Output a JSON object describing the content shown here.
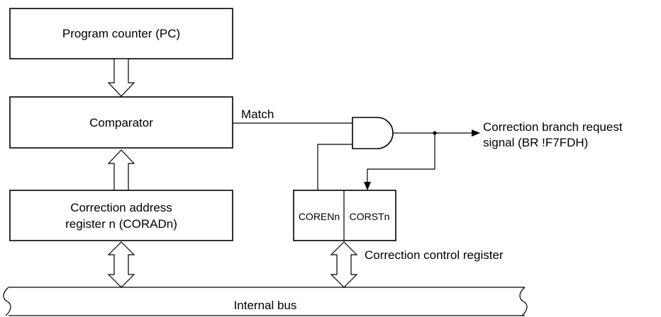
{
  "blocks": {
    "program_counter": "Program counter (PC)",
    "comparator": "Comparator",
    "correction_address_line1": "Correction address",
    "correction_address_line2": "register n (CORADn)",
    "coren": "CORENn",
    "corst": "CORSTn"
  },
  "labels": {
    "match": "Match",
    "output_line1": "Correction branch request",
    "output_line2": "signal (BR !F7FDH)",
    "control_register": "Correction control register",
    "internal_bus": "Internal bus"
  }
}
